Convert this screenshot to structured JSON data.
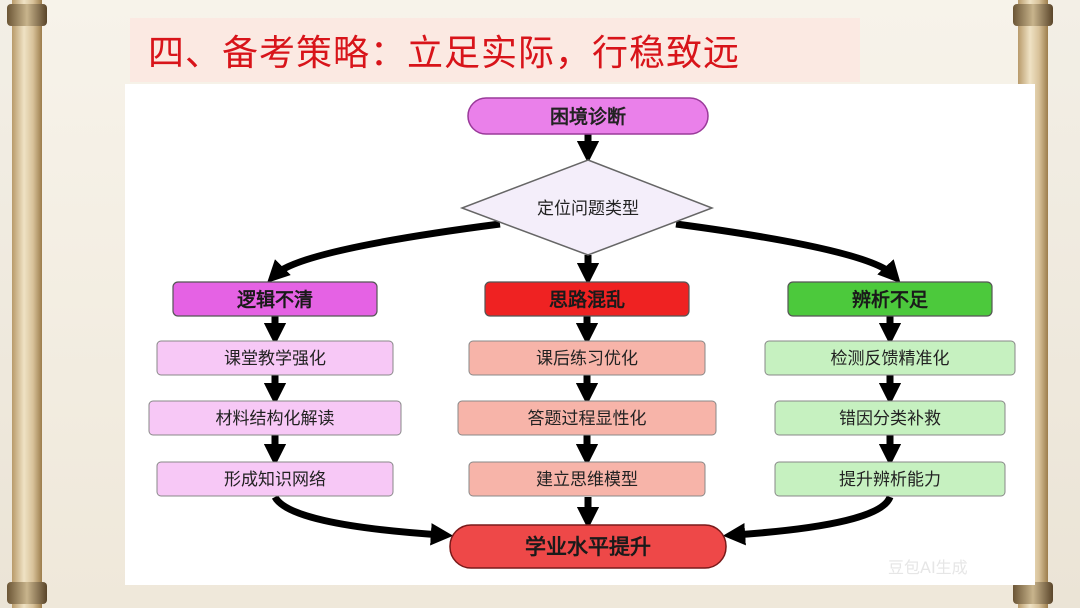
{
  "title": "四、备考策略：立足实际，行稳致远",
  "start": "困境诊断",
  "decision": "定位问题类型",
  "columns": [
    {
      "category": "逻辑不清",
      "color": "#e562e4",
      "item_color": "#f7c8f6",
      "items": [
        "课堂教学强化",
        "材料结构化解读",
        "形成知识网络"
      ]
    },
    {
      "category": "思路混乱",
      "color": "#ef2222",
      "item_color": "#f7b4a9",
      "items": [
        "课后练习优化",
        "答题过程显性化",
        "建立思维模型"
      ]
    },
    {
      "category": "辨析不足",
      "color": "#4cc93c",
      "item_color": "#c6f1c0",
      "items": [
        "检测反馈精准化",
        "错因分类补救",
        "提升辨析能力"
      ]
    }
  ],
  "end": "学业水平提升",
  "watermark": "豆包AI生成"
}
